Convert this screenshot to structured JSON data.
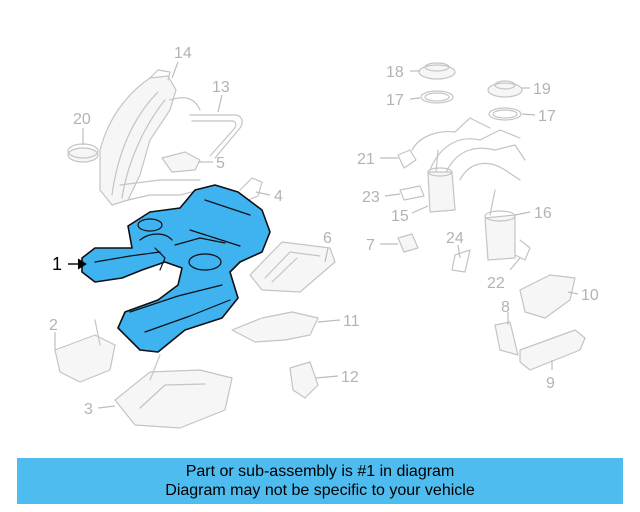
{
  "callouts": {
    "n1": "1",
    "n2": "2",
    "n3": "3",
    "n4": "4",
    "n5": "5",
    "n6": "6",
    "n7": "7",
    "n8": "8",
    "n9": "9",
    "n10": "10",
    "n11": "11",
    "n12": "12",
    "n13": "13",
    "n14": "14",
    "n15": "15",
    "n16": "16",
    "n17a": "17",
    "n17b": "17",
    "n18": "18",
    "n19": "19",
    "n20": "20",
    "n21": "21",
    "n22": "22",
    "n23": "23",
    "n24": "24"
  },
  "banner": {
    "line1": "Part or sub-assembly is #1 in diagram",
    "line2": "Diagram may not be specific to your vehicle"
  },
  "colors": {
    "highlight": "#3fb3f0",
    "banner": "#4fbcef",
    "ghost": "#c4c4c4"
  }
}
